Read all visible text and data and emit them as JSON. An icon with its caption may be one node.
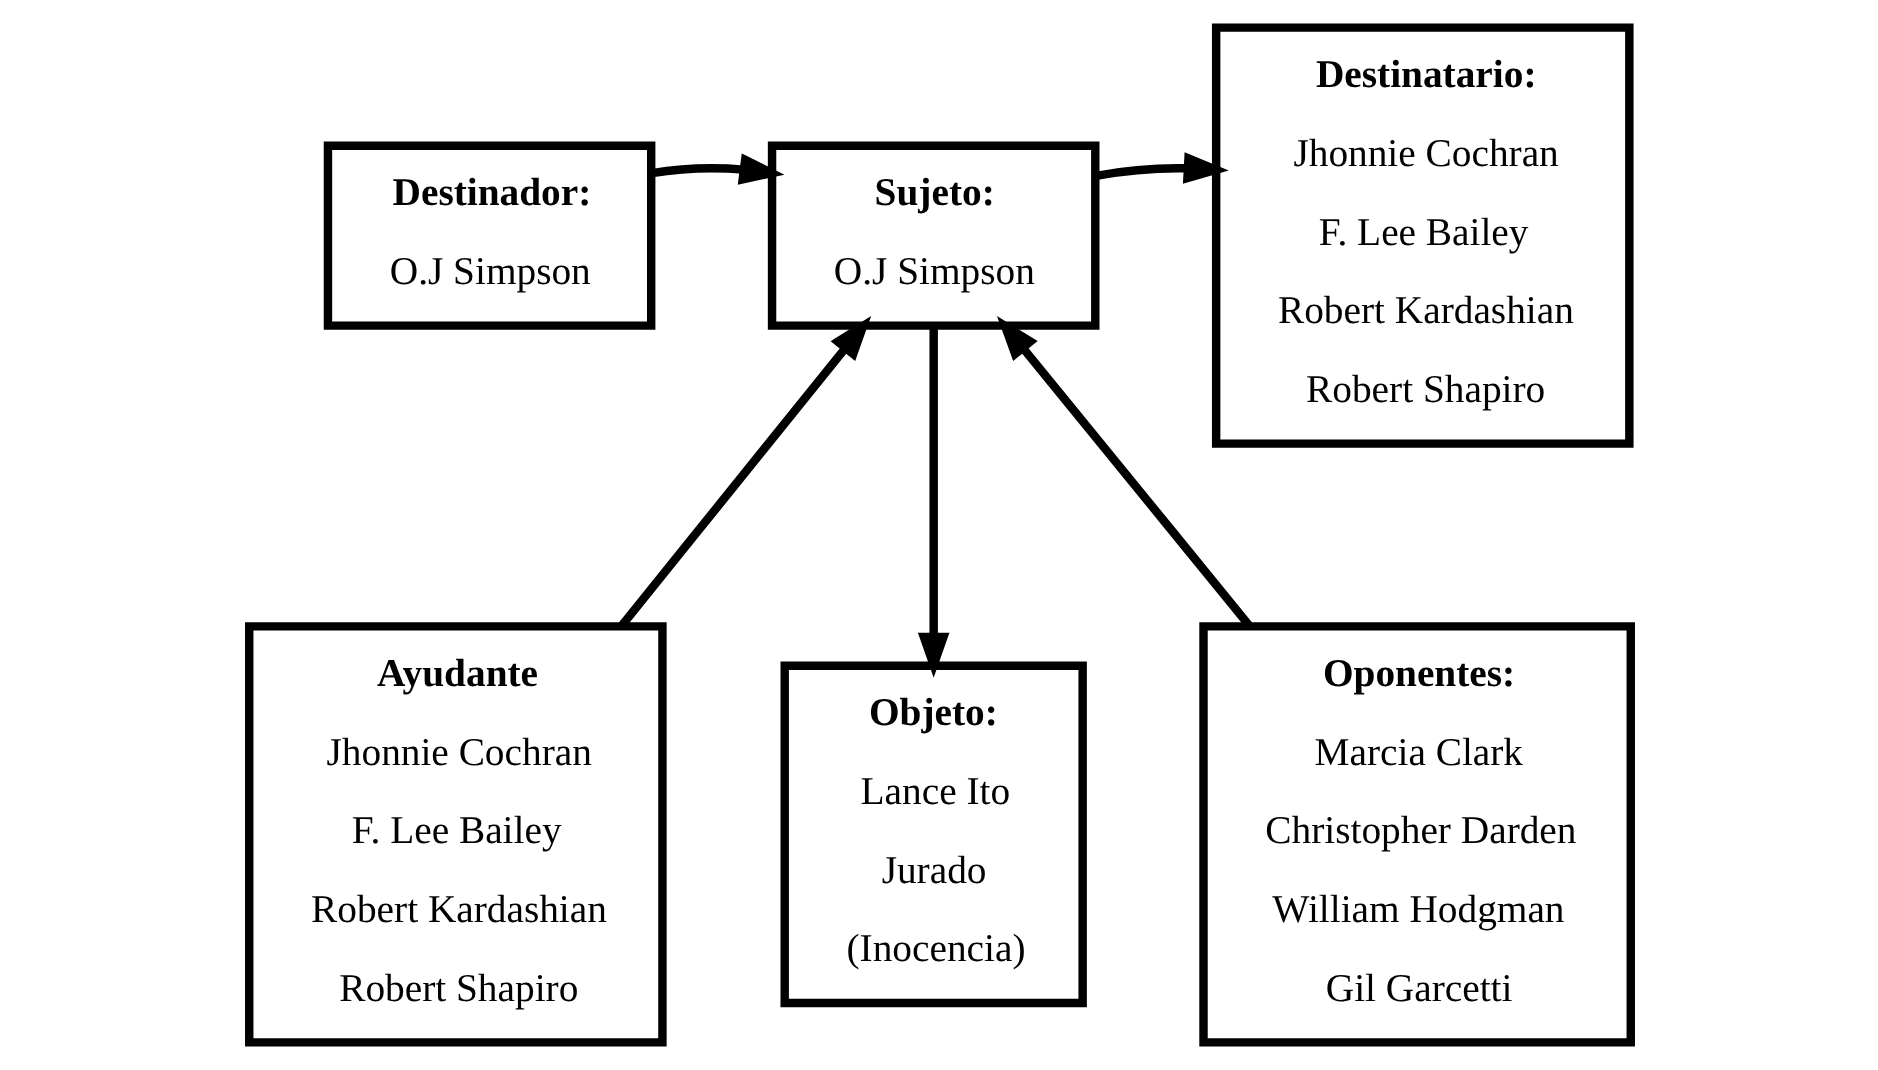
{
  "diagram": {
    "nodes": [
      {
        "text": [
          "Destinador:",
          "O.J Simpson"
        ]
      },
      {
        "text": [
          "Sujeto:",
          "O.J Simpson"
        ]
      },
      {
        "text": [
          "Destinatario:",
          "Jhonnie Cochran",
          "F. Lee Bailey",
          "Robert Kardashian",
          "Robert Shapiro"
        ]
      },
      {
        "text": [
          "Ayudante",
          "Jhonnie Cochran",
          "F. Lee Bailey",
          "Robert Kardashian",
          "Robert Shapiro"
        ]
      },
      {
        "text": [
          "Objeto:",
          "Lance Ito",
          "Jurado",
          "(Inocencia)"
        ]
      },
      {
        "text": [
          "Oponentes:",
          "Marcia Clark",
          "Christopher Darden",
          "William Hodgman",
          "Gil Garcetti"
        ]
      }
    ],
    "edges": [
      {
        "from": 0,
        "to": 1,
        "arrow": "to"
      },
      {
        "from": 1,
        "to": 2,
        "arrow": "to"
      },
      {
        "from": 3,
        "to": 1,
        "arrow": "to"
      },
      {
        "from": 1,
        "to": 4,
        "arrow": "to"
      },
      {
        "from": 5,
        "to": 1,
        "arrow": "to"
      }
    ]
  }
}
